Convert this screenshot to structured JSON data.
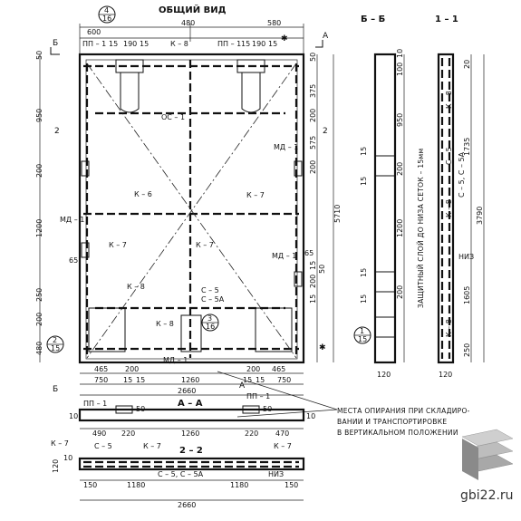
{
  "title": "ОБЩИЙ ВИД",
  "section_titles": {
    "bb": "Б – Б",
    "s11": "1 – 1",
    "aa": "А – А",
    "s22": "2 – 2"
  },
  "section_letters": {
    "b_top": "Б",
    "b_bottom": "Б",
    "a_top": "А",
    "a_bottom": "А"
  },
  "section_numbers": {
    "n2_left": "2",
    "n2_right": "2",
    "n2_bottom": "2"
  },
  "callouts": [
    {
      "top": "4",
      "bottom": "16"
    },
    {
      "top": "2",
      "bottom": "15"
    },
    {
      "top": "3",
      "bottom": "16"
    },
    {
      "top": "1",
      "bottom": "15"
    }
  ],
  "star": "✱",
  "top_dims": {
    "d480": "480",
    "d580": "580",
    "d600": "600",
    "pp1": "ПП – 1",
    "d15a": "15",
    "d190a": "190",
    "d15b": "15",
    "pp1b": "ПП – 1",
    "d15c": "15",
    "d190b": "190",
    "d15d": "15",
    "k8": "К – 8"
  },
  "labels": {
    "os1": "ОС – 1",
    "k6": "К – 6",
    "k7a": "К – 7",
    "k7b": "К – 7",
    "k7c": "К – 7",
    "md1a": "МД – 1",
    "md1b": "МД – 1",
    "md1c": "МД – 1",
    "md1d": "МД – 1",
    "c5": "С – 5",
    "c5a": "С – 5А",
    "k8b": "К – 8",
    "k8c": "К – 8"
  },
  "left_dims": [
    "50",
    "950",
    "200",
    "1200",
    "65",
    "250",
    "200",
    "480"
  ],
  "right_dims": [
    "50",
    "375",
    "200",
    "575",
    "200",
    "65",
    "15",
    "200",
    "15",
    "50",
    "5710"
  ],
  "bottom_dims": {
    "r1": [
      "465",
      "200",
      "200",
      "465"
    ],
    "r2": [
      "750",
      "15",
      "15",
      "1260",
      "15",
      "15",
      "750"
    ],
    "r3": "2660"
  },
  "bb_dims": [
    "10",
    "100",
    "950",
    "200",
    "1200",
    "200",
    "15",
    "15",
    "15",
    "15",
    "120"
  ],
  "s11_labels": {
    "k8a": "К – 8",
    "c5": "С – 5",
    "c5a": "С – 5, С – 5А",
    "k8b": "К – 8",
    "k8c": "К – 8",
    "niz": "НИЗ",
    "d1735": "1735",
    "d3790": "3790",
    "d1605": "1605",
    "d250": "250",
    "d120": "120",
    "d20": "20"
  },
  "note_vertical": "ЗАЩИТНЫЙ СЛОЙ ДО НИЗА СЕТОК – 15мм",
  "note_supports": [
    "МЕСТА ОПИРАНИЯ ПРИ СКЛАДИРО-",
    "ВАНИИ И ТРАНСПОРТИРОВКЕ",
    "В ВЕРТИКАЛЬНОМ ПОЛОЖЕНИИ"
  ],
  "aa_dims": {
    "pp1a": "ПП – 1",
    "pp1b": "ПП – 1",
    "d50a": "50",
    "d50b": "50",
    "d10a": "10",
    "d10b": "10",
    "r1": [
      "490",
      "220",
      "1260",
      "220",
      "470"
    ]
  },
  "s22_labels": {
    "k7a": "К – 7",
    "c5": "С – 5",
    "k7b": "К – 7",
    "k7c": "К – 7",
    "c5a": "С – 5, С – 5А",
    "niz": "НИЗ",
    "d10": "10",
    "d120": "120"
  },
  "s22_dims": {
    "r1": [
      "150",
      "1180",
      "1180",
      "150"
    ],
    "r2": "2660"
  },
  "brand": "gbi22.ru",
  "colors": {
    "ink": "#111111",
    "background": "#ffffff",
    "logo_light": "#cfcfcf",
    "logo_dark": "#8a8a8a"
  }
}
